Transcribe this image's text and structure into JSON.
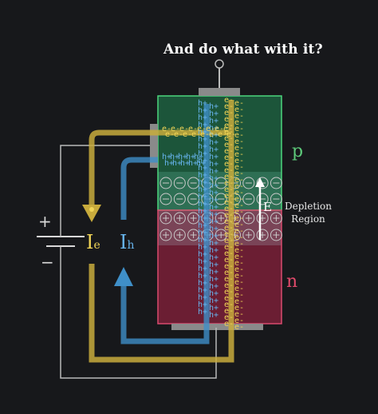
{
  "question": "And do what with it?",
  "regions": {
    "p_label": "p",
    "n_label": "n",
    "depletion_lines": [
      "Depletion",
      "Region"
    ],
    "field_label": "E"
  },
  "battery": {
    "plus": "+",
    "minus": "−"
  },
  "currents": {
    "electron_main": "I",
    "electron_sub": "e",
    "hole_main": "I",
    "hole_sub": "h"
  },
  "colors": {
    "background": "#17181b",
    "p_region": "#1d5c3e",
    "n_region": "#6b1e33",
    "electron_path": "#c8ab3c",
    "hole_path": "#3f8fc8",
    "wire": "#b9b9b9",
    "p_text": "#5dc97a",
    "n_text": "#e24a6b",
    "ie_text": "#f0d456",
    "ih_text": "#67b4ee"
  },
  "icons": {
    "acceptor_ion": "circle-minus-icon",
    "donor_ion": "circle-plus-icon",
    "electron": "e-minus-glyph",
    "hole": "h-plus-glyph"
  }
}
